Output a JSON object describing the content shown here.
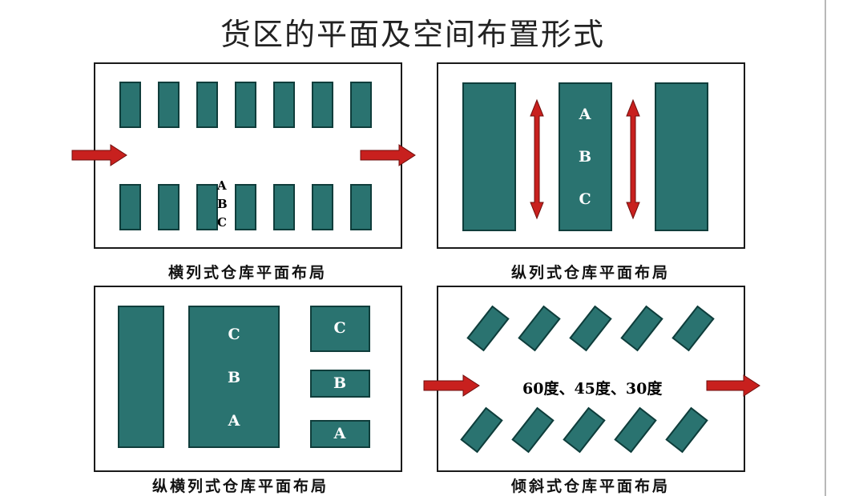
{
  "title": "货区的平面及空间布置形式",
  "panels": {
    "horizontal": {
      "caption": "横列式仓库平面布局",
      "labels": [
        "A",
        "B",
        "C"
      ]
    },
    "vertical": {
      "caption": "纵列式仓库平面布局",
      "labels": [
        "A",
        "B",
        "C"
      ]
    },
    "mixed": {
      "caption": "纵横列式仓库平面布局",
      "big_labels": [
        "C",
        "B",
        "A"
      ],
      "small_labels": [
        "C",
        "B",
        "A"
      ]
    },
    "inclined": {
      "caption": "倾斜式仓库平面布局",
      "angles": "60度、45度、30度"
    }
  },
  "colors": {
    "shelf": "#2a7370",
    "arrow": "#c8201e"
  }
}
